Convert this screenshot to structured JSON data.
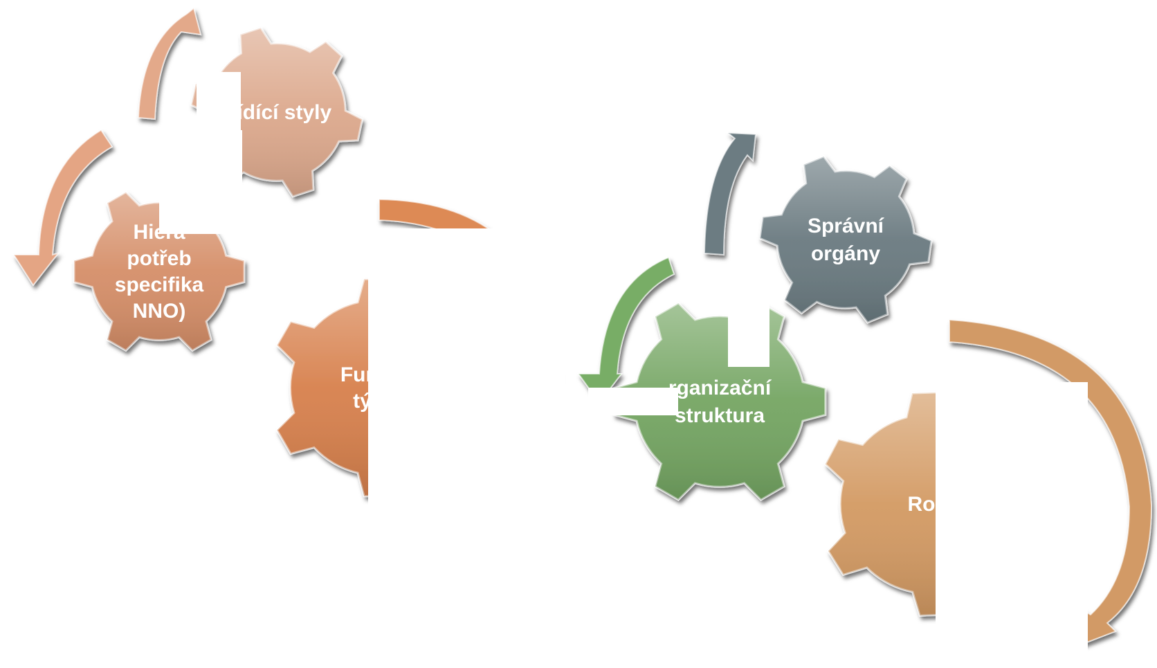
{
  "clusters": [
    {
      "id": "left",
      "gears": [
        {
          "id": "ridici-styly",
          "lines": [
            "Řídící styly"
          ],
          "color": "#dca88c"
        },
        {
          "id": "hierarchie-potreb",
          "lines": [
            "Hiera",
            "potřeb",
            "specifika",
            "NNO)"
          ],
          "color": "#d58e68"
        },
        {
          "id": "fungovani-tymu",
          "lines": [
            "Fungov",
            "týmo"
          ],
          "color": "#d7804c"
        }
      ],
      "arrow_colors": [
        "#e3a98a",
        "#e4a584",
        "#dd8a55"
      ]
    },
    {
      "id": "right",
      "gears": [
        {
          "id": "spravni-organy",
          "lines": [
            "Správní",
            "orgány"
          ],
          "color": "#6a7a80"
        },
        {
          "id": "organizacni-struktura",
          "lines": [
            "rganizační",
            "struktura"
          ],
          "color": "#74a562"
        },
        {
          "id": "role",
          "lines": [
            "Role"
          ],
          "color": "#d39a63"
        }
      ],
      "arrow_colors": [
        "#6c7c82",
        "#78ad66",
        "#d29a66"
      ]
    }
  ]
}
